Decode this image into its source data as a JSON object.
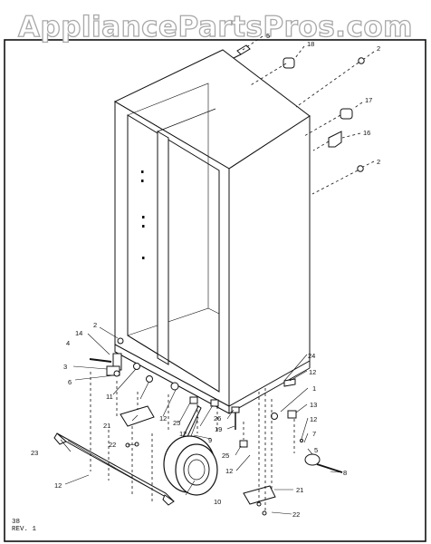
{
  "watermark": "AppliancePartsPros.com",
  "callouts": [
    "5",
    "18",
    "2",
    "17",
    "16",
    "2",
    "2",
    "14",
    "4",
    "3",
    "6",
    "11",
    "12",
    "24",
    "12",
    "1",
    "13",
    "12",
    "7",
    "5",
    "8",
    "21",
    "22",
    "12",
    "25",
    "9",
    "26",
    "19",
    "25",
    "12",
    "21",
    "22",
    "23",
    "12",
    "10"
  ],
  "footer": {
    "page": "38",
    "revision": "REV. 1"
  }
}
